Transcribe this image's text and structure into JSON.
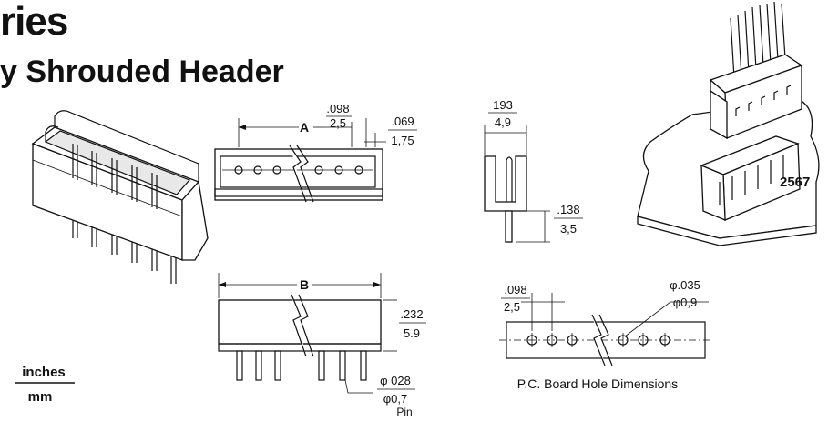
{
  "header": {
    "title_line1": "ries",
    "title_line2": "y Shrouded Header"
  },
  "top_view": {
    "label_a": "A",
    "pitch_in": ".098",
    "pitch_mm": "2,5",
    "edge_in": ".069",
    "edge_mm": "1,75"
  },
  "side_view_small": {
    "width_in": "193",
    "width_mm": "4,9",
    "pin_in": ".138",
    "pin_mm": "3,5"
  },
  "front_view": {
    "label_b": "B",
    "height_in": ".232",
    "height_mm": "5.9",
    "pin_dia_in": "φ 028",
    "pin_dia_mm": "φ0,7",
    "pin_label": "Pin"
  },
  "pcb_holes": {
    "pitch_in": ".098",
    "pitch_mm": "2,5",
    "hole_in": "φ.035",
    "hole_mm": "φ0,9",
    "caption": "P.C. Board Hole Dimensions"
  },
  "assembly": {
    "part_number": "2567"
  },
  "units": {
    "top": "inches",
    "bottom": "mm"
  }
}
